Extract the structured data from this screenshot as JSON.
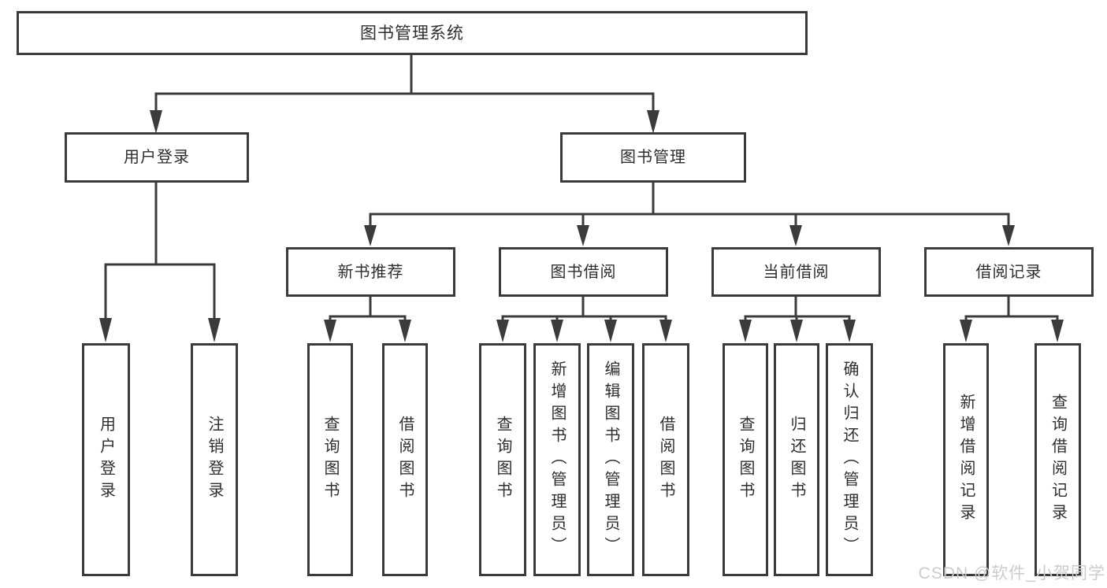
{
  "nodes": {
    "root": {
      "label": "图书管理系统"
    },
    "level2": [
      {
        "label": "用户登录"
      },
      {
        "label": "图书管理"
      }
    ],
    "level3": [
      {
        "label": "新书推荐"
      },
      {
        "label": "图书借阅"
      },
      {
        "label": "当前借阅"
      },
      {
        "label": "借阅记录"
      }
    ],
    "leaves": [
      {
        "label": "用户登录"
      },
      {
        "label": "注销登录"
      },
      {
        "label": "查询图书"
      },
      {
        "label": "借阅图书"
      },
      {
        "label": "查询图书"
      },
      {
        "label": "新增图书（管理员）"
      },
      {
        "label": "编辑图书（管理员）"
      },
      {
        "label": "借阅图书"
      },
      {
        "label": "查询图书"
      },
      {
        "label": "归还图书"
      },
      {
        "label": "确认归还（管理员）"
      },
      {
        "label": "新增借阅记录"
      },
      {
        "label": "查询借阅记录"
      }
    ]
  },
  "watermark": "CSDN @软件_小贺同学",
  "colors": {
    "line": "#3b3b3b",
    "text": "#2e2e2e",
    "background": "#ffffff",
    "watermark": "#cccccc"
  }
}
